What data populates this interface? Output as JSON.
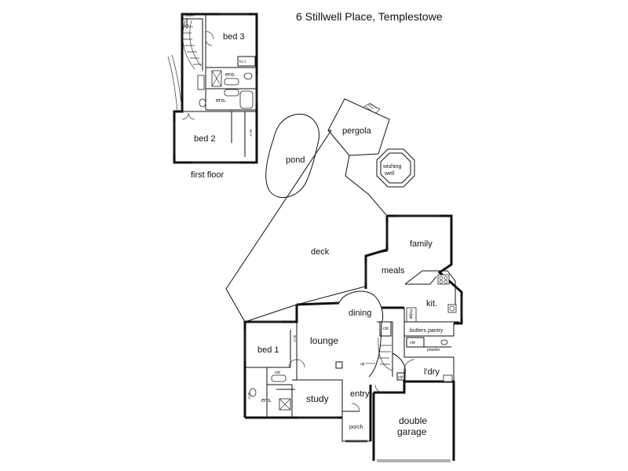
{
  "title": "6 Stillwell Place, Templestowe",
  "rooms": {
    "bed3": "bed 3",
    "ens_upper_a": "ens.",
    "ens_upper_b": "ens.",
    "bed2": "bed 2",
    "first_floor": "first floor",
    "pond": "pond",
    "pergola": "pergola",
    "wishing_well_1": "wishing",
    "wishing_well_2": "well",
    "deck": "deck",
    "family": "family",
    "meals": "meals",
    "kit": "kit.",
    "dining": "dining",
    "butlers_pantry": "butlers pantry",
    "lounge": "lounge",
    "bed1": "bed 1",
    "ens_lower": "ens.",
    "study": "study",
    "entry": "entry",
    "porch": "porch",
    "double_garage_1": "double",
    "double_garage_2": "garage",
    "ldry": "l'dry"
  },
  "small_labels": {
    "down": "down",
    "up": "up",
    "ctd_1": "ctd",
    "ctd_2": "ctd",
    "ctd_3": "ctd",
    "fridge": "fridge",
    "powder": "powder",
    "bir": "b.i.r",
    "wir_upper": "w.i.r",
    "wir_lower": "w.i.r",
    "wir_bed1": "w.i.r",
    "ctd_ens": "ctd"
  },
  "colors": {
    "ink": "#111111",
    "background": "#ffffff"
  }
}
